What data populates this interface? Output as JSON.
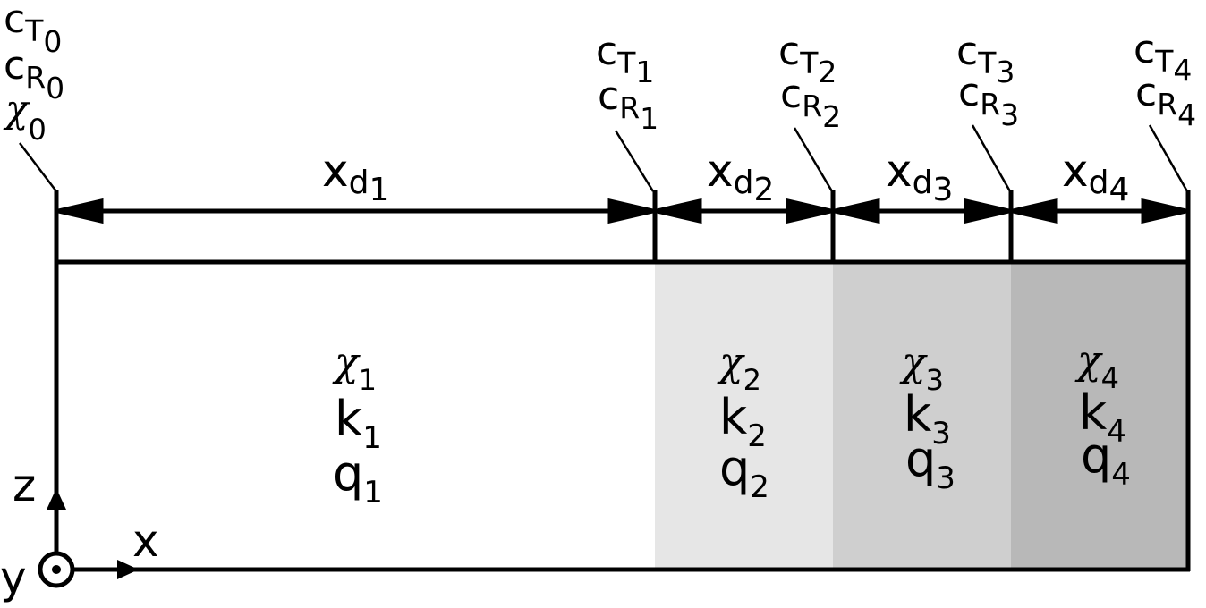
{
  "boundaries": [
    {
      "c_t": "c",
      "c_t_sub": "T",
      "c_t_idx": "0",
      "c_r": "c",
      "c_r_sub": "R",
      "c_r_idx": "0",
      "chi": "χ",
      "chi_idx": "0"
    },
    {
      "c_t": "c",
      "c_t_sub": "T",
      "c_t_idx": "1",
      "c_r": "c",
      "c_r_sub": "R",
      "c_r_idx": "1"
    },
    {
      "c_t": "c",
      "c_t_sub": "T",
      "c_t_idx": "2",
      "c_r": "c",
      "c_r_sub": "R",
      "c_r_idx": "2"
    },
    {
      "c_t": "c",
      "c_t_sub": "T",
      "c_t_idx": "3",
      "c_r": "c",
      "c_r_sub": "R",
      "c_r_idx": "3"
    },
    {
      "c_t": "c",
      "c_t_sub": "T",
      "c_t_idx": "4",
      "c_r": "c",
      "c_r_sub": "R",
      "c_r_idx": "4"
    }
  ],
  "thicknesses": [
    {
      "x": "x",
      "sub": "d",
      "idx": "1"
    },
    {
      "x": "x",
      "sub": "d",
      "idx": "2"
    },
    {
      "x": "x",
      "sub": "d",
      "idx": "3"
    },
    {
      "x": "x",
      "sub": "d",
      "idx": "4"
    }
  ],
  "layers": [
    {
      "chi": "χ",
      "chi_idx": "1",
      "k": "k",
      "k_idx": "1",
      "q": "q",
      "q_idx": "1",
      "fill": "#ffffff"
    },
    {
      "chi": "χ",
      "chi_idx": "2",
      "k": "k",
      "k_idx": "2",
      "q": "q",
      "q_idx": "2",
      "fill": "#e6e6e6"
    },
    {
      "chi": "χ",
      "chi_idx": "3",
      "k": "k",
      "k_idx": "3",
      "q": "q",
      "q_idx": "3",
      "fill": "#cfcfcf"
    },
    {
      "chi": "χ",
      "chi_idx": "4",
      "k": "k",
      "k_idx": "4",
      "q": "q",
      "q_idx": "4",
      "fill": "#b8b8b8"
    }
  ],
  "axes": {
    "z": "z",
    "x": "x",
    "y": "y"
  }
}
